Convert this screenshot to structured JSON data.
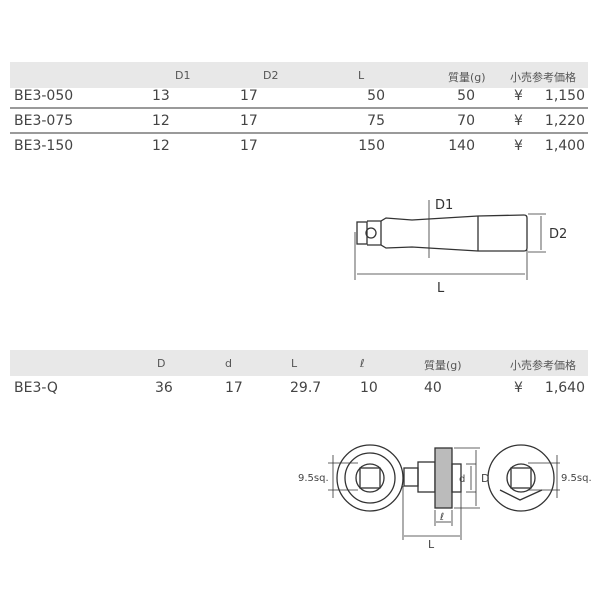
{
  "table1": {
    "headers": {
      "d1": "D1",
      "d2": "D2",
      "l": "L",
      "mass": "質量(g)",
      "price": "小売参考価格"
    },
    "rows": [
      {
        "model": "BE3-050",
        "d1": "13",
        "d2": "17",
        "l": "50",
        "mass": "50",
        "currency": "¥",
        "price": "1,150"
      },
      {
        "model": "BE3-075",
        "d1": "12",
        "d2": "17",
        "l": "75",
        "mass": "70",
        "currency": "¥",
        "price": "1,220"
      },
      {
        "model": "BE3-150",
        "d1": "12",
        "d2": "17",
        "l": "150",
        "mass": "140",
        "currency": "¥",
        "price": "1,400"
      }
    ]
  },
  "diagram1": {
    "labels": {
      "d1": "D1",
      "d2": "D2",
      "l": "L"
    }
  },
  "table2": {
    "headers": {
      "D": "D",
      "d": "d",
      "L": "L",
      "ell": "ℓ",
      "mass": "質量(g)",
      "price": "小売参考価格"
    },
    "rows": [
      {
        "model": "BE3-Q",
        "D": "36",
        "d": "17",
        "L": "29.7",
        "ell": "10",
        "mass": "40",
        "currency": "¥",
        "price": "1,640"
      }
    ]
  },
  "diagram2": {
    "labels": {
      "sq_left": "9.5sq.",
      "sq_right": "9.5sq.",
      "D": "D",
      "d": "d",
      "ell": "ℓ",
      "L": "L"
    }
  }
}
